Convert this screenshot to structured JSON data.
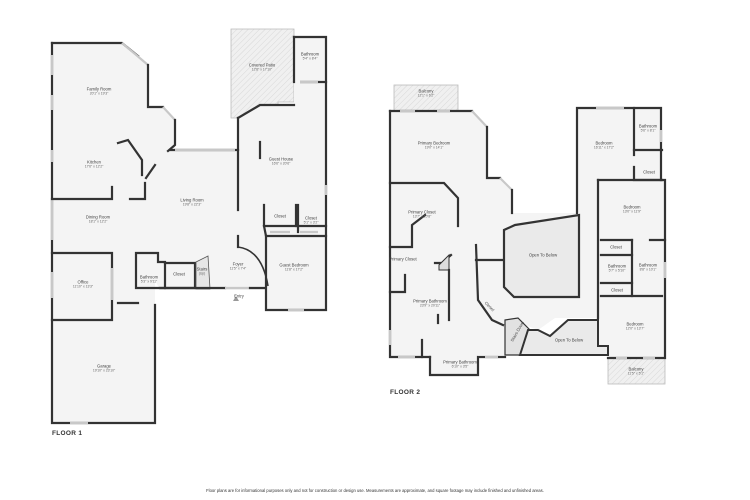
{
  "floor1": {
    "label": "FLOOR 1",
    "rooms": [
      {
        "name": "Family Room",
        "dims": "20'1\" x 19'3\""
      },
      {
        "name": "Kitchen",
        "dims": "17'6\" x 12'2\""
      },
      {
        "name": "Dining Room",
        "dims": "18'1\" x 12'2\""
      },
      {
        "name": "Living Room",
        "dims": "19'8\" x 22'3\""
      },
      {
        "name": "Covered Patio",
        "dims": "12'8\" x 17'10\""
      },
      {
        "name": "Bathroom",
        "dims": "5'4\" x 8'4\""
      },
      {
        "name": "Guest House",
        "dims": "16'6\" x 20'6\""
      },
      {
        "name": "Closet",
        "dims": ""
      },
      {
        "name": "Closet",
        "dims": "5'1\" x 3'2\""
      },
      {
        "name": "Guest Bedroom",
        "dims": "11'8\" x 17'2\""
      },
      {
        "name": "Foyer",
        "dims": "11'5\" x 7'4\""
      },
      {
        "name": "Stairs",
        "dims": "(Up)"
      },
      {
        "name": "Closet",
        "dims": ""
      },
      {
        "name": "Bathroom",
        "dims": "5'3\" x 9'11\""
      },
      {
        "name": "Office",
        "dims": "11'10\" x 13'3\""
      },
      {
        "name": "Garage",
        "dims": "19'10\" x 23'10\""
      }
    ],
    "entry_label": "Entry"
  },
  "floor2": {
    "label": "FLOOR 2",
    "rooms": [
      {
        "name": "Balcony",
        "dims": "12'1\" x 6'2\""
      },
      {
        "name": "Primary Bedroom",
        "dims": "19'0\" x 14'1\""
      },
      {
        "name": "Primary Closet",
        "dims": "13'7\" x 10'8\""
      },
      {
        "name": "Primary Closet",
        "dims": ""
      },
      {
        "name": "Primary Bathroom",
        "dims": "23'9\" x 20'11\""
      },
      {
        "name": "Primary Bathroom",
        "dims": "6'10\" x 3'5\""
      },
      {
        "name": "Closet",
        "dims": ""
      },
      {
        "name": "Stairs Down",
        "dims": ""
      },
      {
        "name": "Open To Below",
        "dims": ""
      },
      {
        "name": "Open To Below",
        "dims": ""
      },
      {
        "name": "Bedroom",
        "dims": "16'11\" x 17'2\""
      },
      {
        "name": "Bathroom",
        "dims": "5'6\" x 8'1\""
      },
      {
        "name": "Closet",
        "dims": ""
      },
      {
        "name": "Bedroom",
        "dims": "13'0\" x 11'9\""
      },
      {
        "name": "Closet",
        "dims": ""
      },
      {
        "name": "Bathroom",
        "dims": "5'7\" x 5'10\""
      },
      {
        "name": "Bathroom",
        "dims": "8'8\" x 10'1\""
      },
      {
        "name": "Closet",
        "dims": ""
      },
      {
        "name": "Bedroom",
        "dims": "12'0\" x 13'7\""
      },
      {
        "name": "Balcony",
        "dims": "11'5\" x 5'1\""
      }
    ]
  },
  "disclaimer": "Floor plans are for informational purposes only and not for construction or design use. Measurements are approximate, and square footage may include finished and unfinished areas."
}
